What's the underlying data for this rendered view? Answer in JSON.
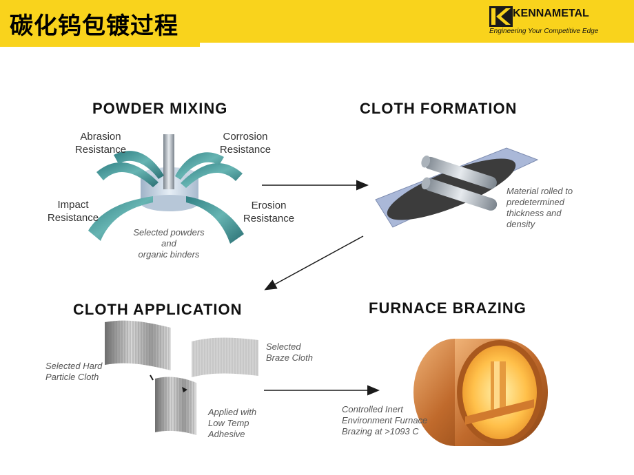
{
  "header": {
    "title": "碳化钨包镀过程",
    "logo_name": "KENNAMETAL",
    "logo_tagline": "Engineering Your Competitive Edge",
    "accent_color": "#f9d31c"
  },
  "steps": {
    "powder_mixing": {
      "title": "POWDER  MIXING",
      "abrasion": "Abrasion\nResistance",
      "corrosion": "Corrosion\nResistance",
      "impact": "Impact\nResistance",
      "erosion": "Erosion\nResistance",
      "note": "Selected powders\nand\norganic binders"
    },
    "cloth_formation": {
      "title": "CLOTH  FORMATION",
      "note": "Material rolled to\npredetermined\nthickness and\ndensity"
    },
    "cloth_application": {
      "title": "CLOTH APPLICATION",
      "hard_particle": "Selected Hard\nParticle Cloth",
      "braze_cloth": "Selected\nBraze Cloth",
      "applied": "Applied with\nLow Temp\nAdhesive"
    },
    "furnace_brazing": {
      "title": "FURNACE BRAZING",
      "note": "Controlled Inert\nEnvironment Furnace\nBrazing at >1093 C"
    }
  }
}
